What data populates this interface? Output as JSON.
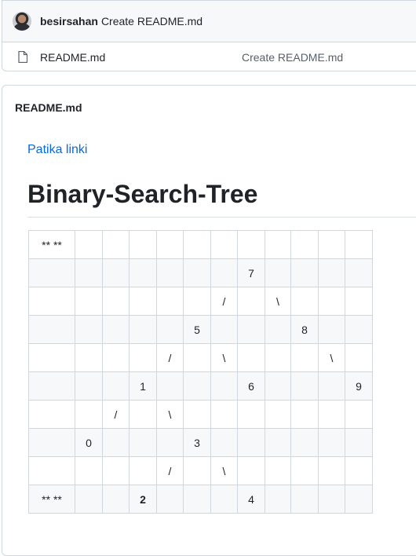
{
  "commit": {
    "author": "besirsahan",
    "message": "Create README.md"
  },
  "files": [
    {
      "name": "README.md",
      "commit_message": "Create README.md",
      "icon": "file-icon"
    }
  ],
  "readme": {
    "title": "README.md",
    "link_text": "Patika linki",
    "heading": "Binary-Search-Tree",
    "table": [
      [
        "** **",
        "",
        "",
        "",
        "",
        "",
        "",
        "",
        "",
        "",
        "",
        ""
      ],
      [
        "",
        "",
        "",
        "",
        "",
        "",
        "",
        "7",
        "",
        "",
        "",
        ""
      ],
      [
        "",
        "",
        "",
        "",
        "",
        "",
        "/",
        "",
        "\\",
        "",
        "",
        ""
      ],
      [
        "",
        "",
        "",
        "",
        "",
        "5",
        "",
        "",
        "",
        "8",
        "",
        ""
      ],
      [
        "",
        "",
        "",
        "",
        "/",
        "",
        "\\",
        "",
        "",
        "",
        "\\",
        ""
      ],
      [
        "",
        "",
        "",
        "1",
        "",
        "",
        "",
        "6",
        "",
        "",
        "",
        "9"
      ],
      [
        "",
        "",
        "/",
        "",
        "\\",
        "",
        "",
        "",
        "",
        "",
        "",
        ""
      ],
      [
        "",
        "0",
        "",
        "",
        "",
        "3",
        "",
        "",
        "",
        "",
        "",
        ""
      ],
      [
        "",
        "",
        "",
        "",
        "/",
        "",
        "\\",
        "",
        "",
        "",
        "",
        ""
      ],
      [
        "** **",
        "",
        "",
        "2",
        "",
        "",
        "",
        "4",
        "",
        "",
        "",
        ""
      ]
    ]
  }
}
